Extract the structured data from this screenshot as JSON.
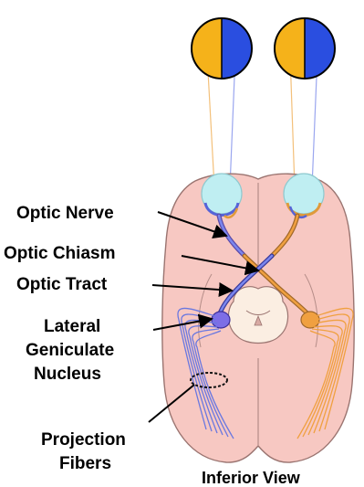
{
  "labels": {
    "optic_nerve": "Optic Nerve",
    "optic_chiasm": "Optic Chiasm",
    "optic_tract": "Optic Tract",
    "lgn_line1": "Lateral",
    "lgn_line2": "Geniculate",
    "lgn_line3": "Nucleus",
    "projection_line1": "Projection",
    "projection_line2": "Fibers",
    "view": "Inferior View"
  },
  "colors": {
    "left_field": "#f5b21a",
    "right_field": "#2a4ee0",
    "eye": "#bfeef2",
    "brain": "#f7c8c2",
    "brain_outline": "#9a7470",
    "midbrain": "#fbeee2",
    "lgn": "#7d6ee6",
    "left_pathway": "#6a78e0",
    "right_pathway": "#f0a040"
  },
  "icons": {
    "visual_field_left": "split-circle-icon",
    "visual_field_right": "split-circle-icon",
    "eye_left": "eyeball-icon",
    "eye_right": "eyeball-icon"
  }
}
